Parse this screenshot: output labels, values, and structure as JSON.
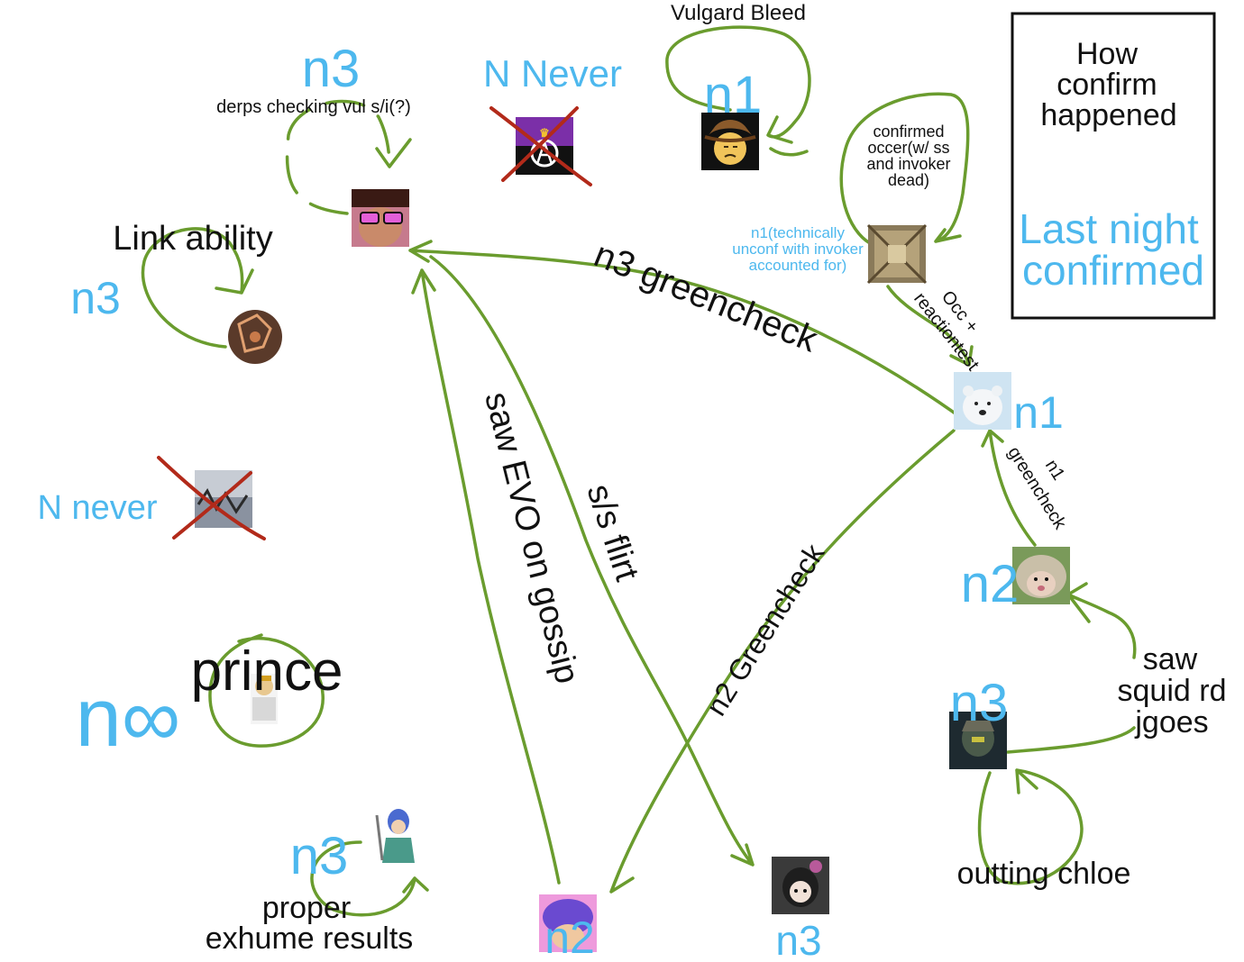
{
  "legend": {
    "title_lines": [
      "How",
      "confirm",
      "happened"
    ],
    "subtitle_lines": [
      "Last night",
      "confirmed"
    ]
  },
  "labels": {
    "vulgard_bleed": "Vulgard Bleed",
    "n_never_top": "N Never",
    "n_never_left": "N never",
    "derps_checking": "derps checking vul s/i(?)",
    "link_ability": "Link ability",
    "confirmed_occer": [
      "confirmed",
      "occer(w/ ss",
      "and invoker",
      "dead)"
    ],
    "technically_unconf": [
      "n1(technically",
      "unconf with invoker",
      "accounted for)"
    ],
    "n3_greencheck": "n3 greencheck",
    "occ_reactiontest": [
      "Occ +",
      "reactiontest"
    ],
    "n1_greencheck": [
      "n1",
      "greencheck"
    ],
    "saw_evo": "saw EVO on gossip",
    "ss_flirt": "s/s flirt",
    "n2_greencheck": "n2 Greencheck",
    "prince": "prince",
    "saw_squid": [
      "saw",
      "squid rd",
      "jgoes"
    ],
    "outting_chloe": "outting chloe",
    "proper_exhume": [
      "proper",
      "exhume results"
    ]
  },
  "nights": {
    "top_left": "n3",
    "vulgard": "n1",
    "link": "n3",
    "polar": "n1",
    "hedgehog": "n2",
    "warrior": "n3",
    "infinity": "n∞",
    "bottom_left": "n3",
    "bottom_center": "n2",
    "bottom_right": "n3"
  },
  "colors": {
    "arrow": "#6a9c2e",
    "night": "#4db8ee",
    "cross": "#b22a1a",
    "text": "#111111"
  }
}
